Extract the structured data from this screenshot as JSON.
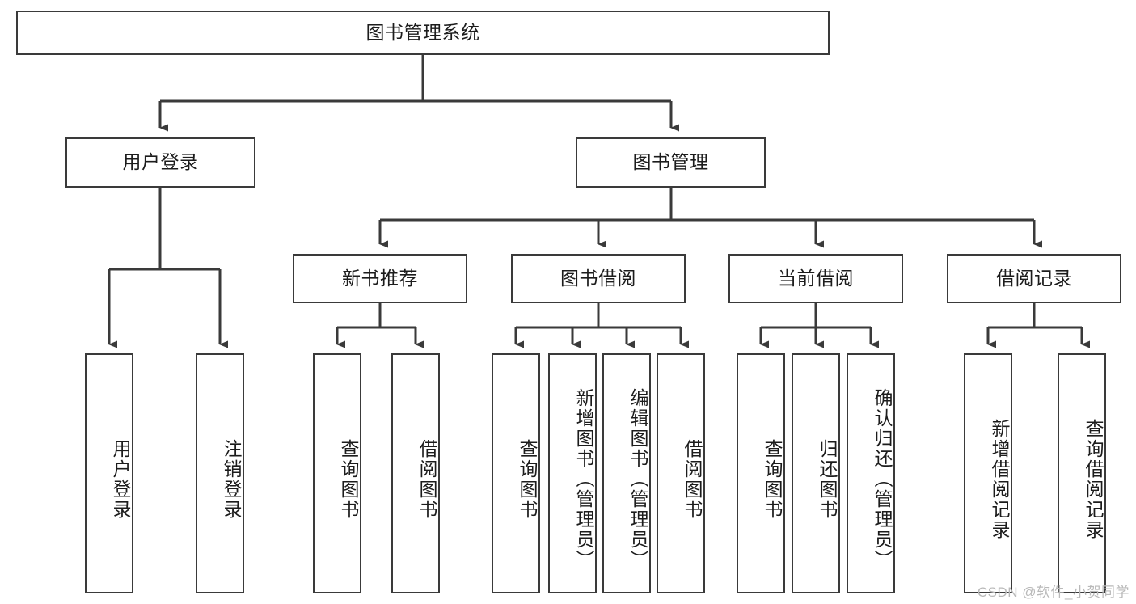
{
  "diagram": {
    "type": "tree-hierarchy",
    "title": "图书管理系统",
    "watermark": "CSDN @软件_小贺同学",
    "colors": {
      "stroke": "#3a3a3a",
      "fill": "#ffffff",
      "text": "#1c1c1c",
      "watermark": "#b9b9b9"
    },
    "nodes": {
      "root": {
        "label": "图书管理系统"
      },
      "level2": [
        {
          "id": "user-login",
          "label": "用户登录"
        },
        {
          "id": "book-manage",
          "label": "图书管理"
        }
      ],
      "level3": [
        {
          "id": "new-book-recommend",
          "label": "新书推荐"
        },
        {
          "id": "book-borrow",
          "label": "图书借阅"
        },
        {
          "id": "current-borrow",
          "label": "当前借阅"
        },
        {
          "id": "borrow-record",
          "label": "借阅记录"
        }
      ],
      "leaves": {
        "user_login": [
          {
            "id": "leaf-user-login",
            "label": "用户登录"
          },
          {
            "id": "leaf-logout-login",
            "label": "注销登录"
          }
        ],
        "new_book_recommend": [
          {
            "id": "leaf-query-book-1",
            "label": "查询图书"
          },
          {
            "id": "leaf-borrow-book-1",
            "label": "借阅图书"
          }
        ],
        "book_borrow": [
          {
            "id": "leaf-query-book-2",
            "label": "查询图书"
          },
          {
            "id": "leaf-add-book",
            "label": "新增图书（管理员）"
          },
          {
            "id": "leaf-edit-book",
            "label": "编辑图书（管理员）"
          },
          {
            "id": "leaf-borrow-book-2",
            "label": "借阅图书"
          }
        ],
        "current_borrow": [
          {
            "id": "leaf-query-book-3",
            "label": "查询图书"
          },
          {
            "id": "leaf-return-book",
            "label": "归还图书"
          },
          {
            "id": "leaf-confirm-return",
            "label": "确认归还（管理员）"
          }
        ],
        "borrow_record": [
          {
            "id": "leaf-add-record",
            "label": "新增借阅记录"
          },
          {
            "id": "leaf-query-record",
            "label": "查询借阅记录"
          }
        ]
      }
    }
  }
}
